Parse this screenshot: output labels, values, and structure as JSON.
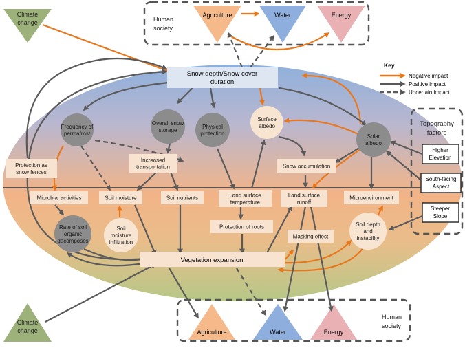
{
  "colors": {
    "negative": "#e8781e",
    "positive": "#5a5a5a",
    "uncertain": "#5a5a5a",
    "climate": "#9db27a",
    "agriculture": "#f5b98a",
    "water": "#8eaede",
    "energy": "#e9b1b4",
    "label_box": "#f7e3cf",
    "circle_dark": "#8c8c8c",
    "circle_light": "#f7e5d2",
    "snow_box": "#dde6f1",
    "ellipse_top": "#8fb0dc",
    "ellipse_mid": "#f2b487",
    "ellipse_bottom": "#b5c887"
  },
  "climate_top": {
    "line1": "Climate",
    "line2": "change"
  },
  "climate_bottom": {
    "line1": "Climate",
    "line2": "change"
  },
  "human_top": {
    "label_line1": "Human",
    "label_line2": "society",
    "agriculture": "Agriculture",
    "water": "Water",
    "energy": "Energy"
  },
  "human_bottom": {
    "label_line1": "Human",
    "label_line2": "society",
    "agriculture": "Agriculture",
    "water": "Water",
    "energy": "Energy"
  },
  "key": {
    "title": "Key",
    "negative": "Negative impact",
    "positive": "Positive impact",
    "uncertain": "Uncertain impact"
  },
  "topography": {
    "title_line1": "Topography",
    "title_line2": "factors",
    "higher_line1": "Higher",
    "higher_line2": "Elevation",
    "south_line1": "South-facing",
    "south_line2": "Aspect",
    "steeper_line1": "Steeper",
    "steeper_line2": "Slope"
  },
  "snow_box": {
    "line1": "Snow depth/Snow cover",
    "line2": "duration"
  },
  "circles": {
    "permafrost": [
      "Frequency of",
      "permafrost"
    ],
    "snow_storage": [
      "Overall snow",
      "storage"
    ],
    "physical_protection": [
      "Physical",
      "protection"
    ],
    "surface_albedo": [
      "Surface",
      "albedo"
    ],
    "solar_albedo": [
      "Solar",
      "albedo"
    ],
    "soil_organic": [
      "Rate of soil",
      "organic",
      "decomposes"
    ],
    "soil_infiltration": [
      "Soil",
      "moisture",
      "infiltration"
    ],
    "soil_depth": [
      "Soil depth",
      "and",
      "instability"
    ]
  },
  "boxes": {
    "protection_fences": [
      "Protection as",
      "snow fences"
    ],
    "increased_transport": [
      "Increased",
      "transportation"
    ],
    "snow_accumulation": [
      "Snow accumulation"
    ],
    "microbial": [
      "Microbial activities"
    ],
    "soil_moisture": [
      "Soil moisture"
    ],
    "soil_nutrients": [
      "Soil nutrients"
    ],
    "land_temp": [
      "Land surface",
      "temperature"
    ],
    "land_runoff": [
      "Land surface",
      "runoff"
    ],
    "microenvironment": [
      "Microenvironment"
    ],
    "protection_roots": [
      "Protection of roots"
    ],
    "masking_effect": [
      "Masking effect"
    ],
    "vegetation": [
      "Vegetation expansion"
    ]
  }
}
